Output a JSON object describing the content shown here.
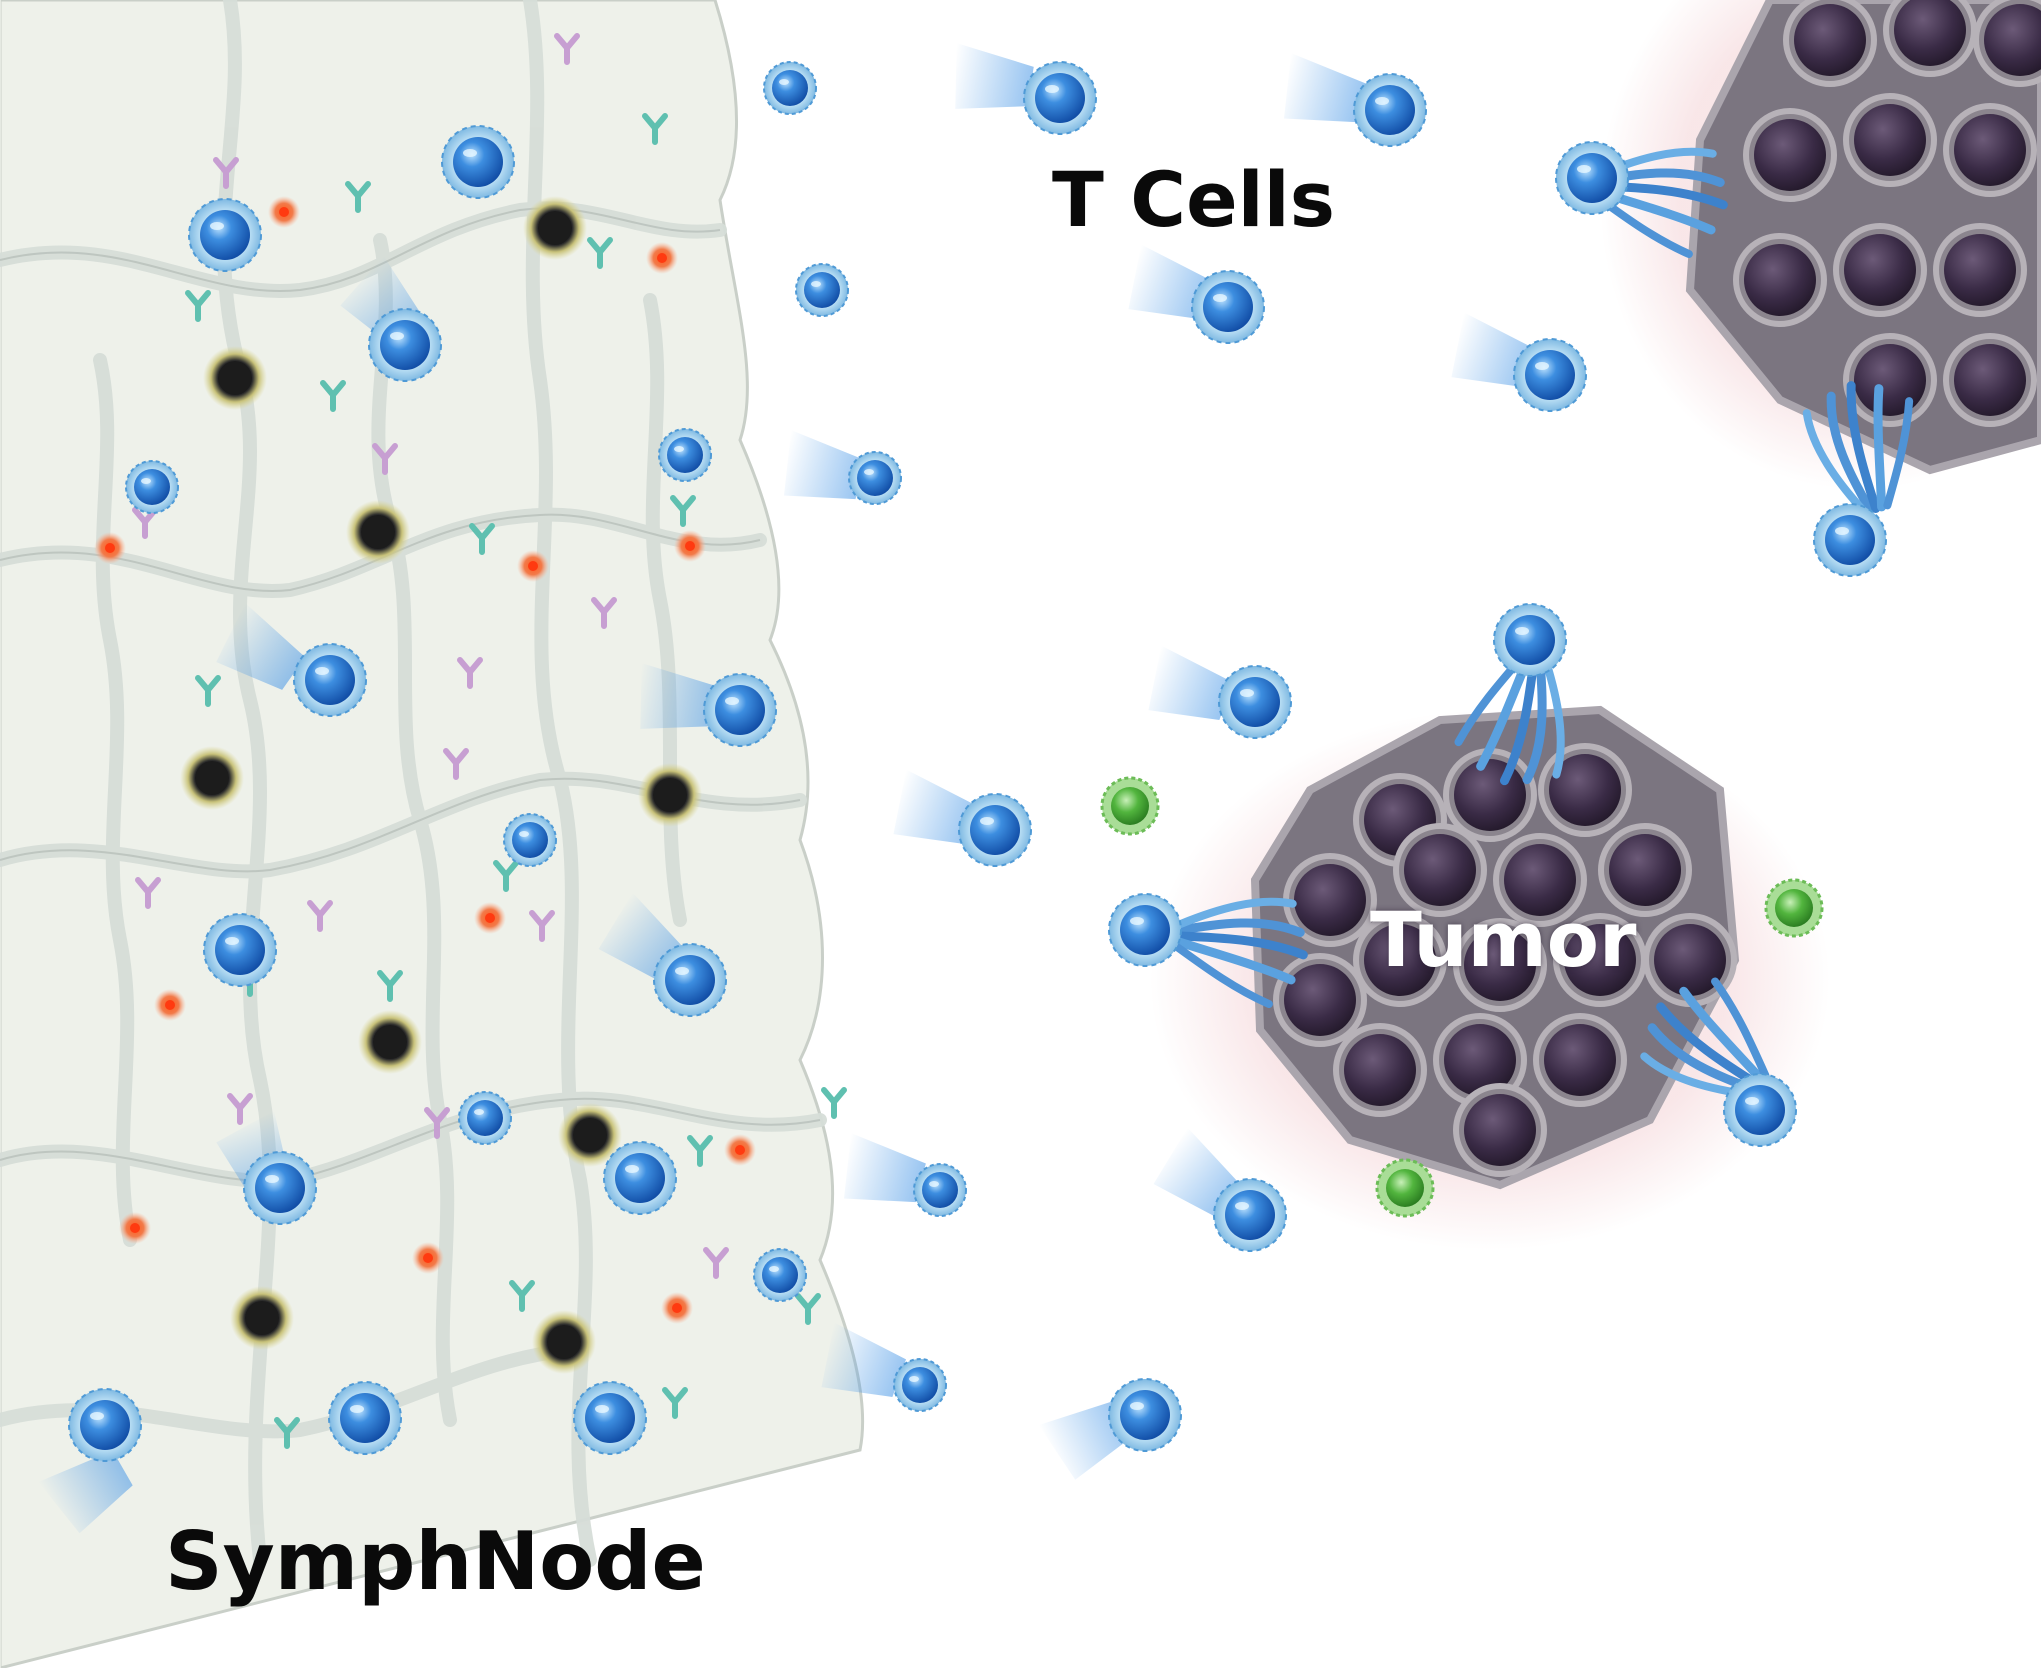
{
  "labels": {
    "t_cells": "T Cells",
    "tumor": "Tumor",
    "node": "SymphNode"
  },
  "colors": {
    "t_cell": "#2f7fd8",
    "t_cell_halo": "#a9d6f2",
    "tumor_cell": "#3a2c45",
    "tumor_membrane": "#8a848c",
    "green_cell": "#4cae3e",
    "node_tissue": "#eef1ea",
    "node_fiber": "#d6ddd8",
    "antibody_teal": "#5fc0b0",
    "antibody_purple": "#c79fd2",
    "red_cell": "#e8502a",
    "dark_cell": "#2a2a2a"
  }
}
